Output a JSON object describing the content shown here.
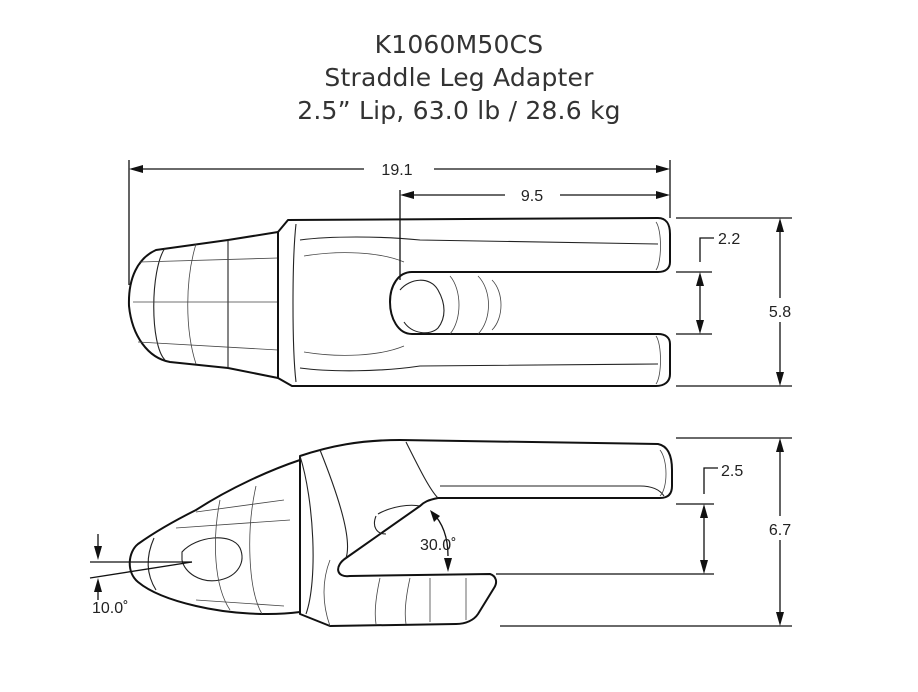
{
  "title": {
    "part_number": "K1060M50CS",
    "part_name": "Straddle Leg Adapter",
    "specs": "2.5” Lip, 63.0 lb / 28.6 kg"
  },
  "top_view": {
    "overall_length": "19.1",
    "leg_length": "9.5",
    "leg_width": "2.2",
    "overall_width": "5.8"
  },
  "side_view": {
    "leg_thickness": "2.5",
    "overall_height": "6.7",
    "leg_angle": "30.0˚",
    "nose_angle": "10.0˚"
  }
}
